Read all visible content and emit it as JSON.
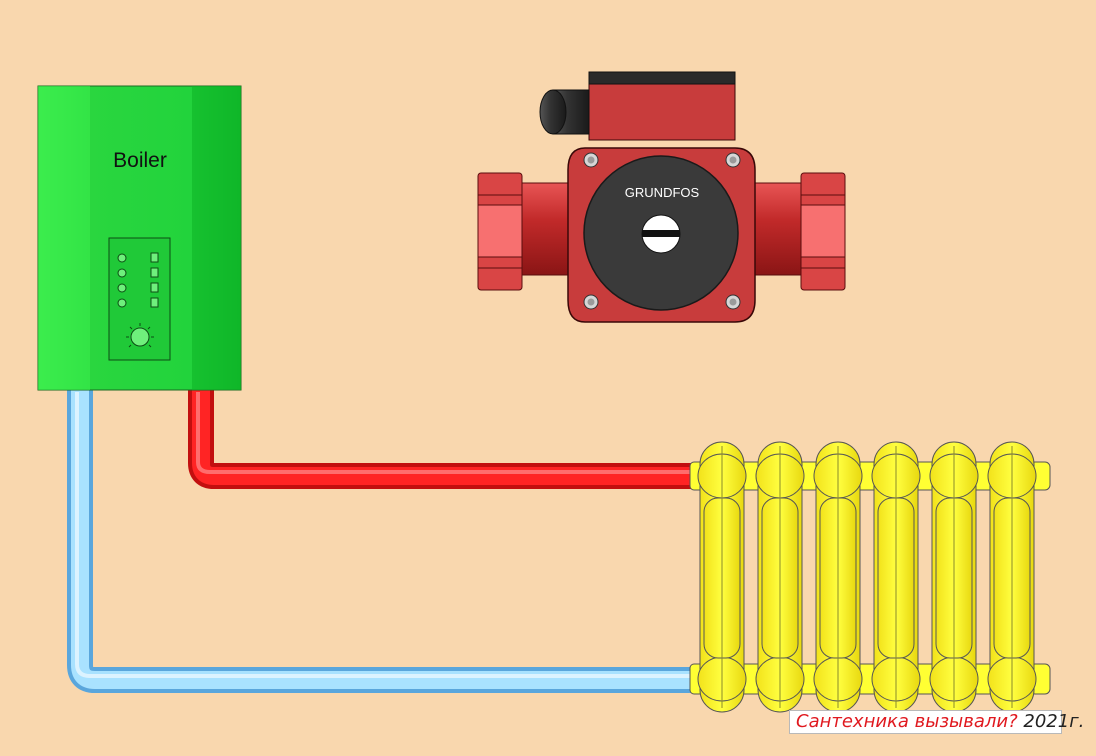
{
  "boiler": {
    "label": "Boiler"
  },
  "pump": {
    "brand": "GRUNDFOS"
  },
  "watermark": {
    "text": "Сантехника вызывали?",
    "year": "2021г."
  },
  "colors": {
    "background": "#f9d7ae",
    "boiler": "#22d33c",
    "hot_pipe": "#f01818",
    "cold_pipe": "#8fd3ff",
    "pump_body": "#c83c3c",
    "radiator": "#ffff33"
  },
  "radiator": {
    "sections": 6
  }
}
